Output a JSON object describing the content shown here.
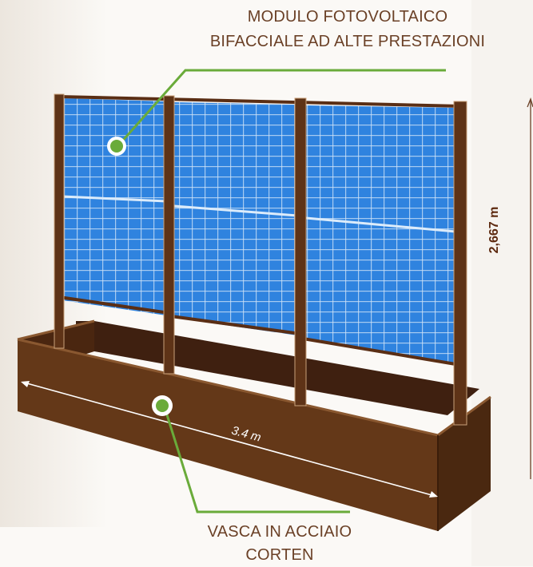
{
  "labels": {
    "panel_line1": "MODULO FOTOVOLTAICO",
    "panel_line2": "BIFACCIALE AD ALTE PRESTAZIONI",
    "tank_line1": "VASCA IN ACCIAIO",
    "tank_line2": "CORTEN"
  },
  "dimensions": {
    "height": "2,667 m",
    "length": "3.4 m"
  },
  "colors": {
    "text": "#6b4127",
    "panel_blue": "#2f7fd8",
    "corten": "#5e3317",
    "pointer_green": "#6aab3a"
  }
}
